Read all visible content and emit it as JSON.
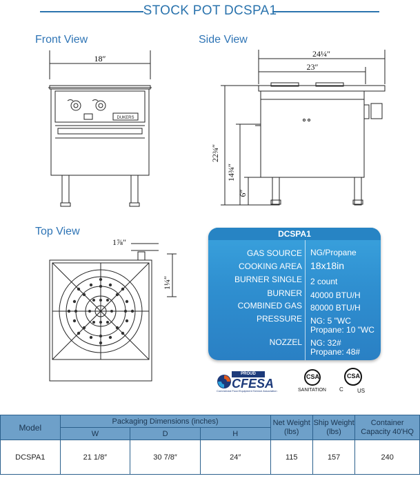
{
  "title": "STOCK POT DCSPA1",
  "views": {
    "front": "Front View",
    "side": "Side View",
    "top": "Top View"
  },
  "dimensions": {
    "front_width": "18″",
    "side_total_depth": "24¼″",
    "side_depth": "23″",
    "side_height_total": "22¾″",
    "side_height_mid": "14¾″",
    "side_leg": "6″",
    "top_dim_a": "1⅞″",
    "top_dim_b": "1¼″"
  },
  "front_panel": {
    "brand": "DUKERS"
  },
  "spec_card": {
    "header": "DCSPA1",
    "rows": [
      {
        "key": "GAS SOURCE",
        "value": "NG/Propane"
      },
      {
        "key": "COOKING AREA",
        "value": "18x18in"
      },
      {
        "key": "BURNER SINGLE",
        "value": "2 count"
      },
      {
        "key": "BURNER",
        "value": "40000 BTU/H"
      },
      {
        "key": "COMBINED GAS",
        "value": "80000 BTU/H"
      },
      {
        "key": "PRESSURE",
        "value": "NG: 5 \"WC",
        "value2": "Propane: 10 \"WC"
      },
      {
        "key": "NOZZEL",
        "value": "NG: 32#",
        "value2": "Propane: 48#"
      }
    ]
  },
  "logos": {
    "cfesa_top": "PROUD MEMBER",
    "cfesa": "CFESA",
    "cfesa_sub": "Commercial Food Equipment Service Association",
    "sanitation": "SANITATION",
    "csa": "CSA",
    "c_mark": "C",
    "us_mark": "US"
  },
  "table": {
    "headers": {
      "model": "Model",
      "packaging": "Packaging Dimensions (inches)",
      "w": "W",
      "d": "D",
      "h": "H",
      "net_weight": "Net Weight (lbs)",
      "ship_weight": "Ship Weight (lbs)",
      "container": "Container Capacity 40'HQ"
    },
    "rows": [
      {
        "model": "DCSPA1",
        "w": "21 1/8″",
        "d": "30 7/8″",
        "h": "24″",
        "net": "115",
        "ship": "157",
        "container": "240"
      }
    ]
  },
  "colors": {
    "accent": "#2a73ad",
    "card": "#2f8fd0",
    "table_header": "#6ea0c9"
  }
}
